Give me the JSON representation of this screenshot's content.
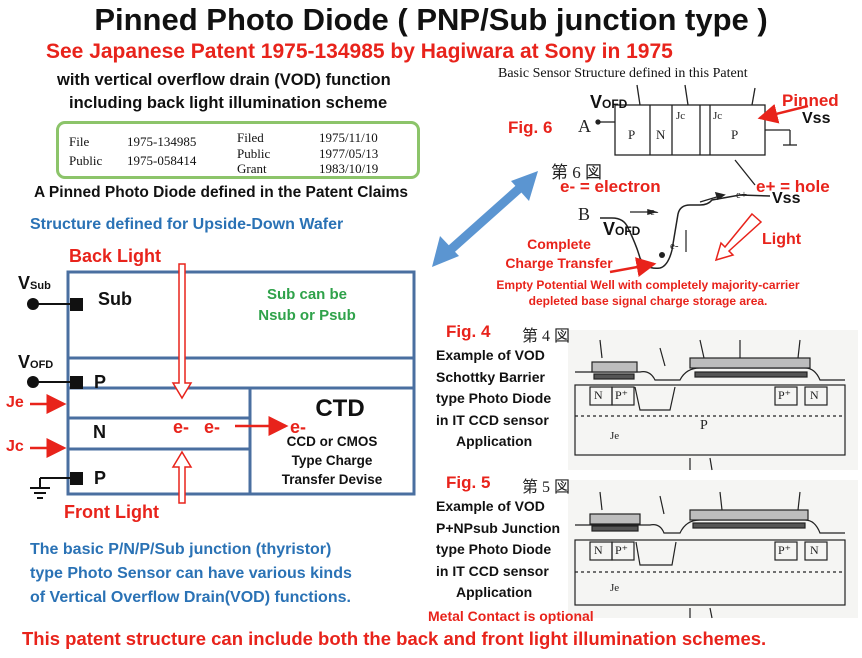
{
  "header": {
    "title": "Pinned Photo Diode ( PNP/Sub junction type )",
    "patent_ref": "See Japanese Patent 1975-134985 by Hagiwara at Sony in 1975",
    "vod_line1": "with vertical overflow drain (VOD) function",
    "vod_line2": "including back light illumination scheme",
    "basic_structure": "Basic Sensor Structure defined in this Patent"
  },
  "patent_info": {
    "file_label": "File",
    "file_value": "1975-134985",
    "public_label": "Public",
    "public_value": "1975-058414",
    "filed_label": "Filed",
    "filed_value": "1975/11/10",
    "public2_label": "Public",
    "public2_value": "1977/05/13",
    "grant_label": "Grant",
    "grant_value": "1983/10/19"
  },
  "claims_caption": "A Pinned Photo Diode defined in the Patent Claims",
  "structure_caption": "Structure defined for Upside-Down Wafer",
  "left_diagram": {
    "back_light": "Back Light",
    "front_light": "Front Light",
    "vsub_main": "V",
    "vsub_sub": "Sub",
    "sub_label": "Sub",
    "sub_note_line1": "Sub can be",
    "sub_note_line2": "Nsub or Psub",
    "vofd_main": "V",
    "vofd_sub": "OFD",
    "p_top": "P",
    "je": "Je",
    "n_label": "N",
    "jc": "Jc",
    "p_bottom": "P",
    "electron1": "e-",
    "electron2": "e-",
    "electron3": "e-",
    "ctd_title": "CTD",
    "ctd_line1": "CCD or CMOS",
    "ctd_line2": "Type Charge",
    "ctd_line3": "Transfer Devise"
  },
  "bottom_text": {
    "line1": "The basic P/N/P/Sub junction (thyristor)",
    "line2": "type Photo Sensor can have various kinds",
    "line3": "of Vertical Overflow Drain(VOD) functions.",
    "footer": "This patent structure can include both the back  and front light illumination schemes."
  },
  "fig6": {
    "label": "Fig. 6",
    "a_label": "A",
    "b_label": "B",
    "vofd_main": "V",
    "vofd_sub": "OFD",
    "vofd_b_main": "V",
    "vofd_b_sub": "OFD",
    "pinned": "Pinned",
    "vss": "Vss",
    "vss_b": "Vss",
    "kanji": "第 6 図",
    "p1": "P",
    "n": "N",
    "p2": "P",
    "jc1": "Jc",
    "jc2": "Jc",
    "electron_def": "e- = electron",
    "hole_def": "e+ = hole",
    "light": "Light",
    "complete_line1": "Complete",
    "complete_line2": "Charge Transfer",
    "empty_well_line1": "Empty Potential Well with completely majority-carrier",
    "empty_well_line2": "depleted base signal charge storage  area.",
    "e_minus": "e-",
    "e_plus": "e+",
    "e_well": "e-"
  },
  "fig4": {
    "label": "Fig. 4",
    "kanji": "第 4 図",
    "desc_line1": "Example of VOD",
    "desc_line2": "Schottky Barrier",
    "desc_line3": "type Photo Diode",
    "desc_line4": "in  IT CCD sensor",
    "desc_line5": "Application",
    "n_left": "N",
    "pplus_left": "P⁺",
    "p_mid": "P",
    "pplus_right": "P⁺",
    "n_right": "N",
    "je": "Je"
  },
  "fig5": {
    "label": "Fig. 5",
    "kanji": "第 5 図",
    "desc_line1": "Example of VOD",
    "desc_line2": "P+NPsub Junction",
    "desc_line3": "type Photo Diode",
    "desc_line4": "in  IT CCD sensor",
    "desc_line5": "Application",
    "metal_contact": "Metal Contact is optional",
    "n_left": "N",
    "pplus_left": "P⁺",
    "pplus_right": "P⁺",
    "n_right": "N",
    "je": "Je"
  },
  "colors": {
    "accent_red": "#e8231b",
    "accent_blue": "#2a72b5",
    "box_blue": "#4a6fa0",
    "green": "#2fa24a"
  }
}
